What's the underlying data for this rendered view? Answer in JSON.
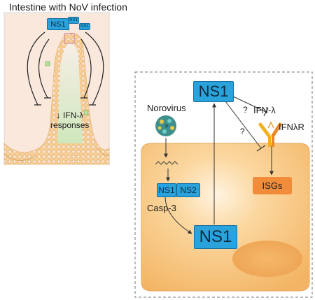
{
  "title": "Intestine with NoV infection",
  "intestine": {
    "ns1_label": "NS1",
    "ns1_tiny_1": "NS1",
    "ns1_tiny_2": "NS1",
    "response_arrow": "↓",
    "response_line1": "IFN-λ",
    "response_line2": "responses"
  },
  "cell": {
    "ns1_top": "NS1",
    "ns1_bottom": "NS1",
    "virus_label": "Norovirus",
    "ns1_small": "NS1",
    "ns2_small": "NS2",
    "casp_label": "Casp-3",
    "ifn_label": "IFN-λ",
    "receptor_label": "IFNλR",
    "isgs_label": "ISGs",
    "question_1": "?",
    "question_2": "?"
  },
  "colors": {
    "ns_box": "#2aa3dc",
    "isgs_box": "#f08c3a",
    "cell_fill": "#f6c27a",
    "intestine_bg": "#fbe8dc",
    "lumen": "#d7ecc6"
  }
}
